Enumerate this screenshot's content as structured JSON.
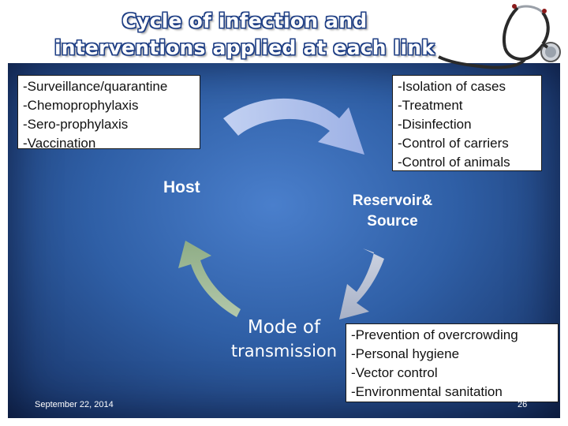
{
  "title": {
    "line1": "Cycle of infection and",
    "line2": "interventions applied at each link"
  },
  "decoration": {
    "icon": "stethoscope-icon"
  },
  "nodes": {
    "host": "Host",
    "reservoir_line1": "Reservoir&",
    "reservoir_line2": "Source",
    "mode_line1": "Mode of",
    "mode_line2": "transmission"
  },
  "interventions": {
    "host": [
      "-Surveillance/quarantine",
      "-Chemoprophylaxis",
      "-Sero-prophylaxis",
      "-Vaccination"
    ],
    "reservoir": [
      "-Isolation  of  cases",
      "-Treatment",
      "-Disinfection",
      "-Control of carriers",
      "-Control of animals"
    ],
    "mode": [
      "-Prevention of overcrowding",
      "-Personal hygiene",
      "-Vector control",
      "-Environmental sanitation"
    ]
  },
  "footer": {
    "date": "September 22, 2014",
    "page": "26"
  },
  "colors": {
    "panel": "#2f5fa6",
    "arrow_top": "#b8c8f0",
    "arrow_right": "#c4cadb",
    "arrow_left": "#a9c19a",
    "title_outline": "#1f3f85"
  }
}
